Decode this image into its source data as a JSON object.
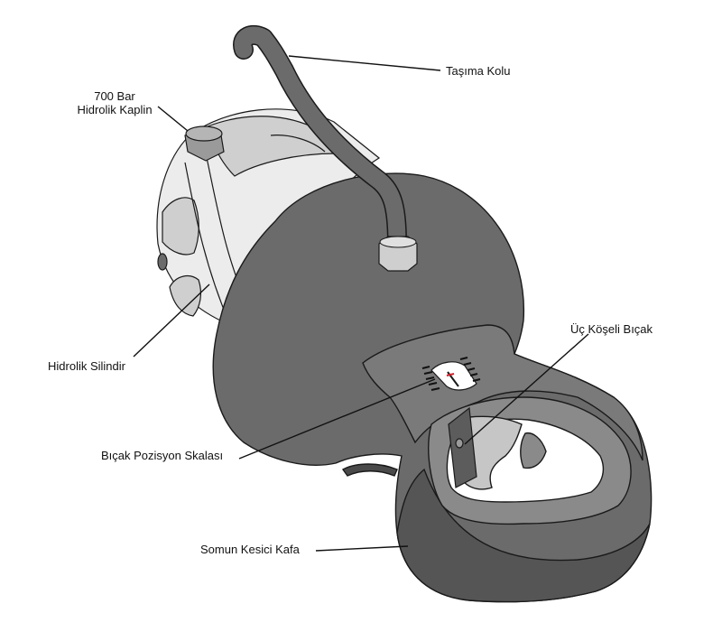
{
  "labels": {
    "coupling_line1": "700 Bar",
    "coupling_line2": "Hidrolik Kaplin",
    "handle": "Taşıma Kolu",
    "cylinder": "Hidrolik Silindir",
    "blade": "Üç Köşeli Bıçak",
    "scale": "Bıçak Pozisyon Skalası",
    "head": "Somun Kesici Kafa"
  },
  "colors": {
    "body_dark": "#6b6b6b",
    "body_shadow": "#555555",
    "cylinder_light": "#ececec",
    "cylinder_mid": "#c9c9c9",
    "outline": "#1a1a1a",
    "scale_red": "#d0202a"
  }
}
